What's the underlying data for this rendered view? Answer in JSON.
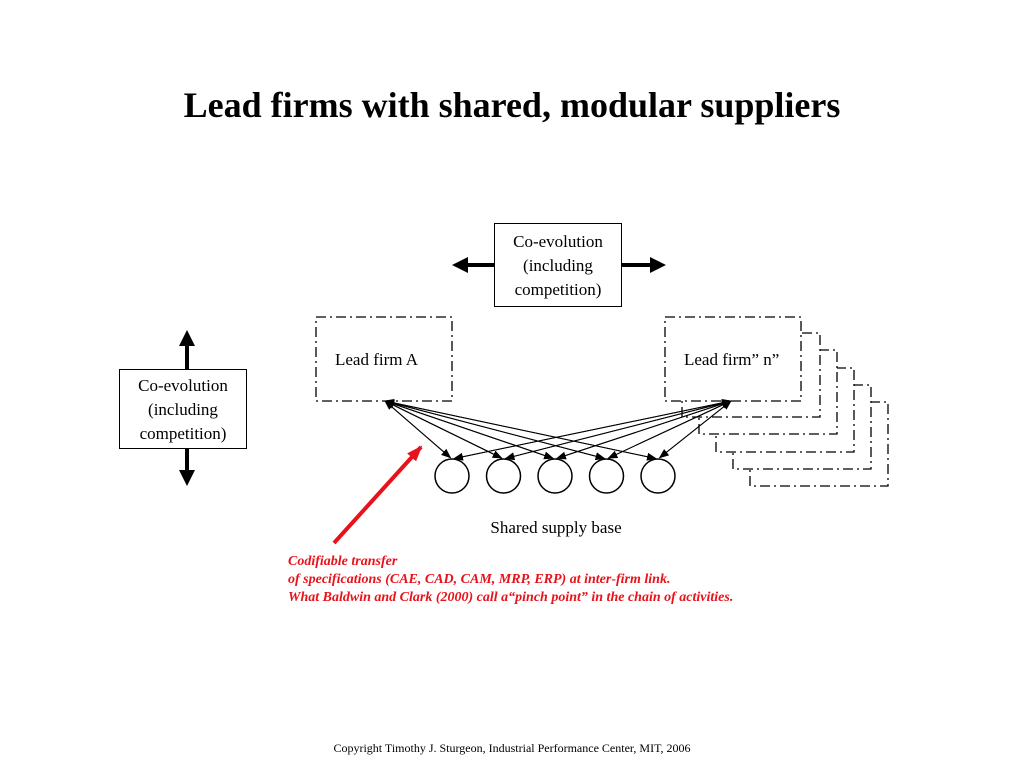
{
  "title": "Lead firms with shared, modular suppliers",
  "coevolution_box_top": {
    "lines": [
      "Co-evolution",
      "(including",
      "competition)"
    ]
  },
  "coevolution_box_left": {
    "lines": [
      "Co-evolution",
      "(including",
      "competition)"
    ]
  },
  "lead_firm_a": "Lead firm A",
  "lead_firm_n": "Lead firm” n”",
  "supplier_count": 5,
  "shared_supply_base": "Shared supply base",
  "note": {
    "line1": "Codifiable transfer",
    "line2": "of specifications (CAE, CAD, CAM, MRP, ERP) at inter-firm link.",
    "line3": "What Baldwin and Clark (2000) call a“pinch point” in the chain of activities."
  },
  "note_color": "#e8121a",
  "copyright": "Copyright Timothy J.  Sturgeon, Industrial Performance Center, MIT, 2006"
}
